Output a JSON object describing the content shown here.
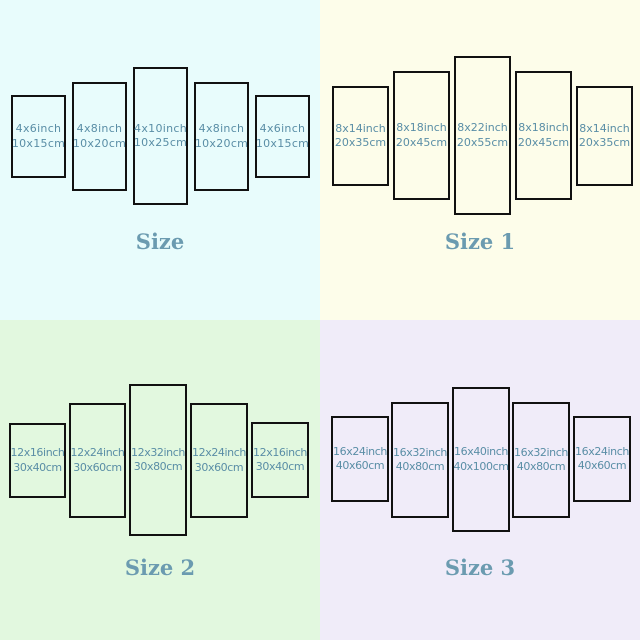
{
  "quadrants": [
    {
      "background": "#e8fcfc",
      "title": "Size",
      "panels": [
        {
          "inch": "4x6inch",
          "cm": "10x15cm"
        },
        {
          "inch": "4x8inch",
          "cm": "10x20cm"
        },
        {
          "inch": "4x10inch",
          "cm": "10x25cm"
        },
        {
          "inch": "4x8inch",
          "cm": "10x20cm"
        },
        {
          "inch": "4x6inch",
          "cm": "10x15cm"
        }
      ]
    },
    {
      "background": "#fdfdea",
      "title": "Size 1",
      "panels": [
        {
          "inch": "8x14inch",
          "cm": "20x35cm"
        },
        {
          "inch": "8x18inch",
          "cm": "20x45cm"
        },
        {
          "inch": "8x22inch",
          "cm": "20x55cm"
        },
        {
          "inch": "8x18inch",
          "cm": "20x45cm"
        },
        {
          "inch": "8x14inch",
          "cm": "20x35cm"
        }
      ]
    },
    {
      "background": "#e2f8df",
      "title": "Size 2",
      "panels": [
        {
          "inch": "12x16inch",
          "cm": "30x40cm"
        },
        {
          "inch": "12x24inch",
          "cm": "30x60cm"
        },
        {
          "inch": "12x32inch",
          "cm": "30x80cm"
        },
        {
          "inch": "12x24inch",
          "cm": "30x60cm"
        },
        {
          "inch": "12x16inch",
          "cm": "30x40cm"
        }
      ]
    },
    {
      "background": "#f0ecf9",
      "title": "Size 3",
      "panels": [
        {
          "inch": "16x24inch",
          "cm": "40x60cm"
        },
        {
          "inch": "16x32inch",
          "cm": "40x80cm"
        },
        {
          "inch": "16x40inch",
          "cm": "40x100cm"
        },
        {
          "inch": "16x32inch",
          "cm": "40x80cm"
        },
        {
          "inch": "16x24inch",
          "cm": "40x60cm"
        }
      ]
    }
  ]
}
